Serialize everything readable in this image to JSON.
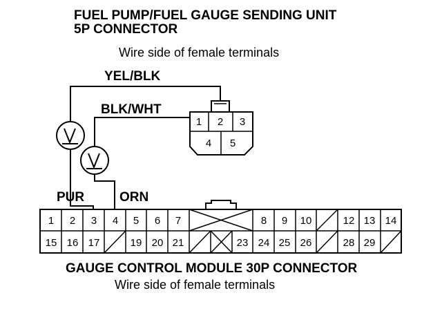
{
  "sending_unit": {
    "title_line1": "FUEL PUMP/FUEL GAUGE SENDING UNIT",
    "title_line2": "5P CONNECTOR",
    "subtitle": "Wire side of female terminals",
    "terminals": [
      "1",
      "2",
      "3",
      "4",
      "5"
    ]
  },
  "wires": {
    "yel_blk": "YEL/BLK",
    "blk_wht": "BLK/WHT",
    "pur": "PUR",
    "orn": "ORN"
  },
  "gauge_module": {
    "title": "GAUGE CONTROL MODULE 30P CONNECTOR",
    "subtitle": "Wire side of female terminals",
    "row1": [
      "1",
      "2",
      "3",
      "4",
      "5",
      "6",
      "7",
      "",
      "",
      "",
      "8",
      "9",
      "10",
      "",
      "12",
      "13",
      "14"
    ],
    "row2": [
      "15",
      "16",
      "17",
      "",
      "19",
      "20",
      "21",
      "",
      "",
      "23",
      "24",
      "25",
      "26",
      "",
      "28",
      "29",
      ""
    ]
  },
  "icons": {
    "voltmeter": "voltmeter-icon"
  }
}
